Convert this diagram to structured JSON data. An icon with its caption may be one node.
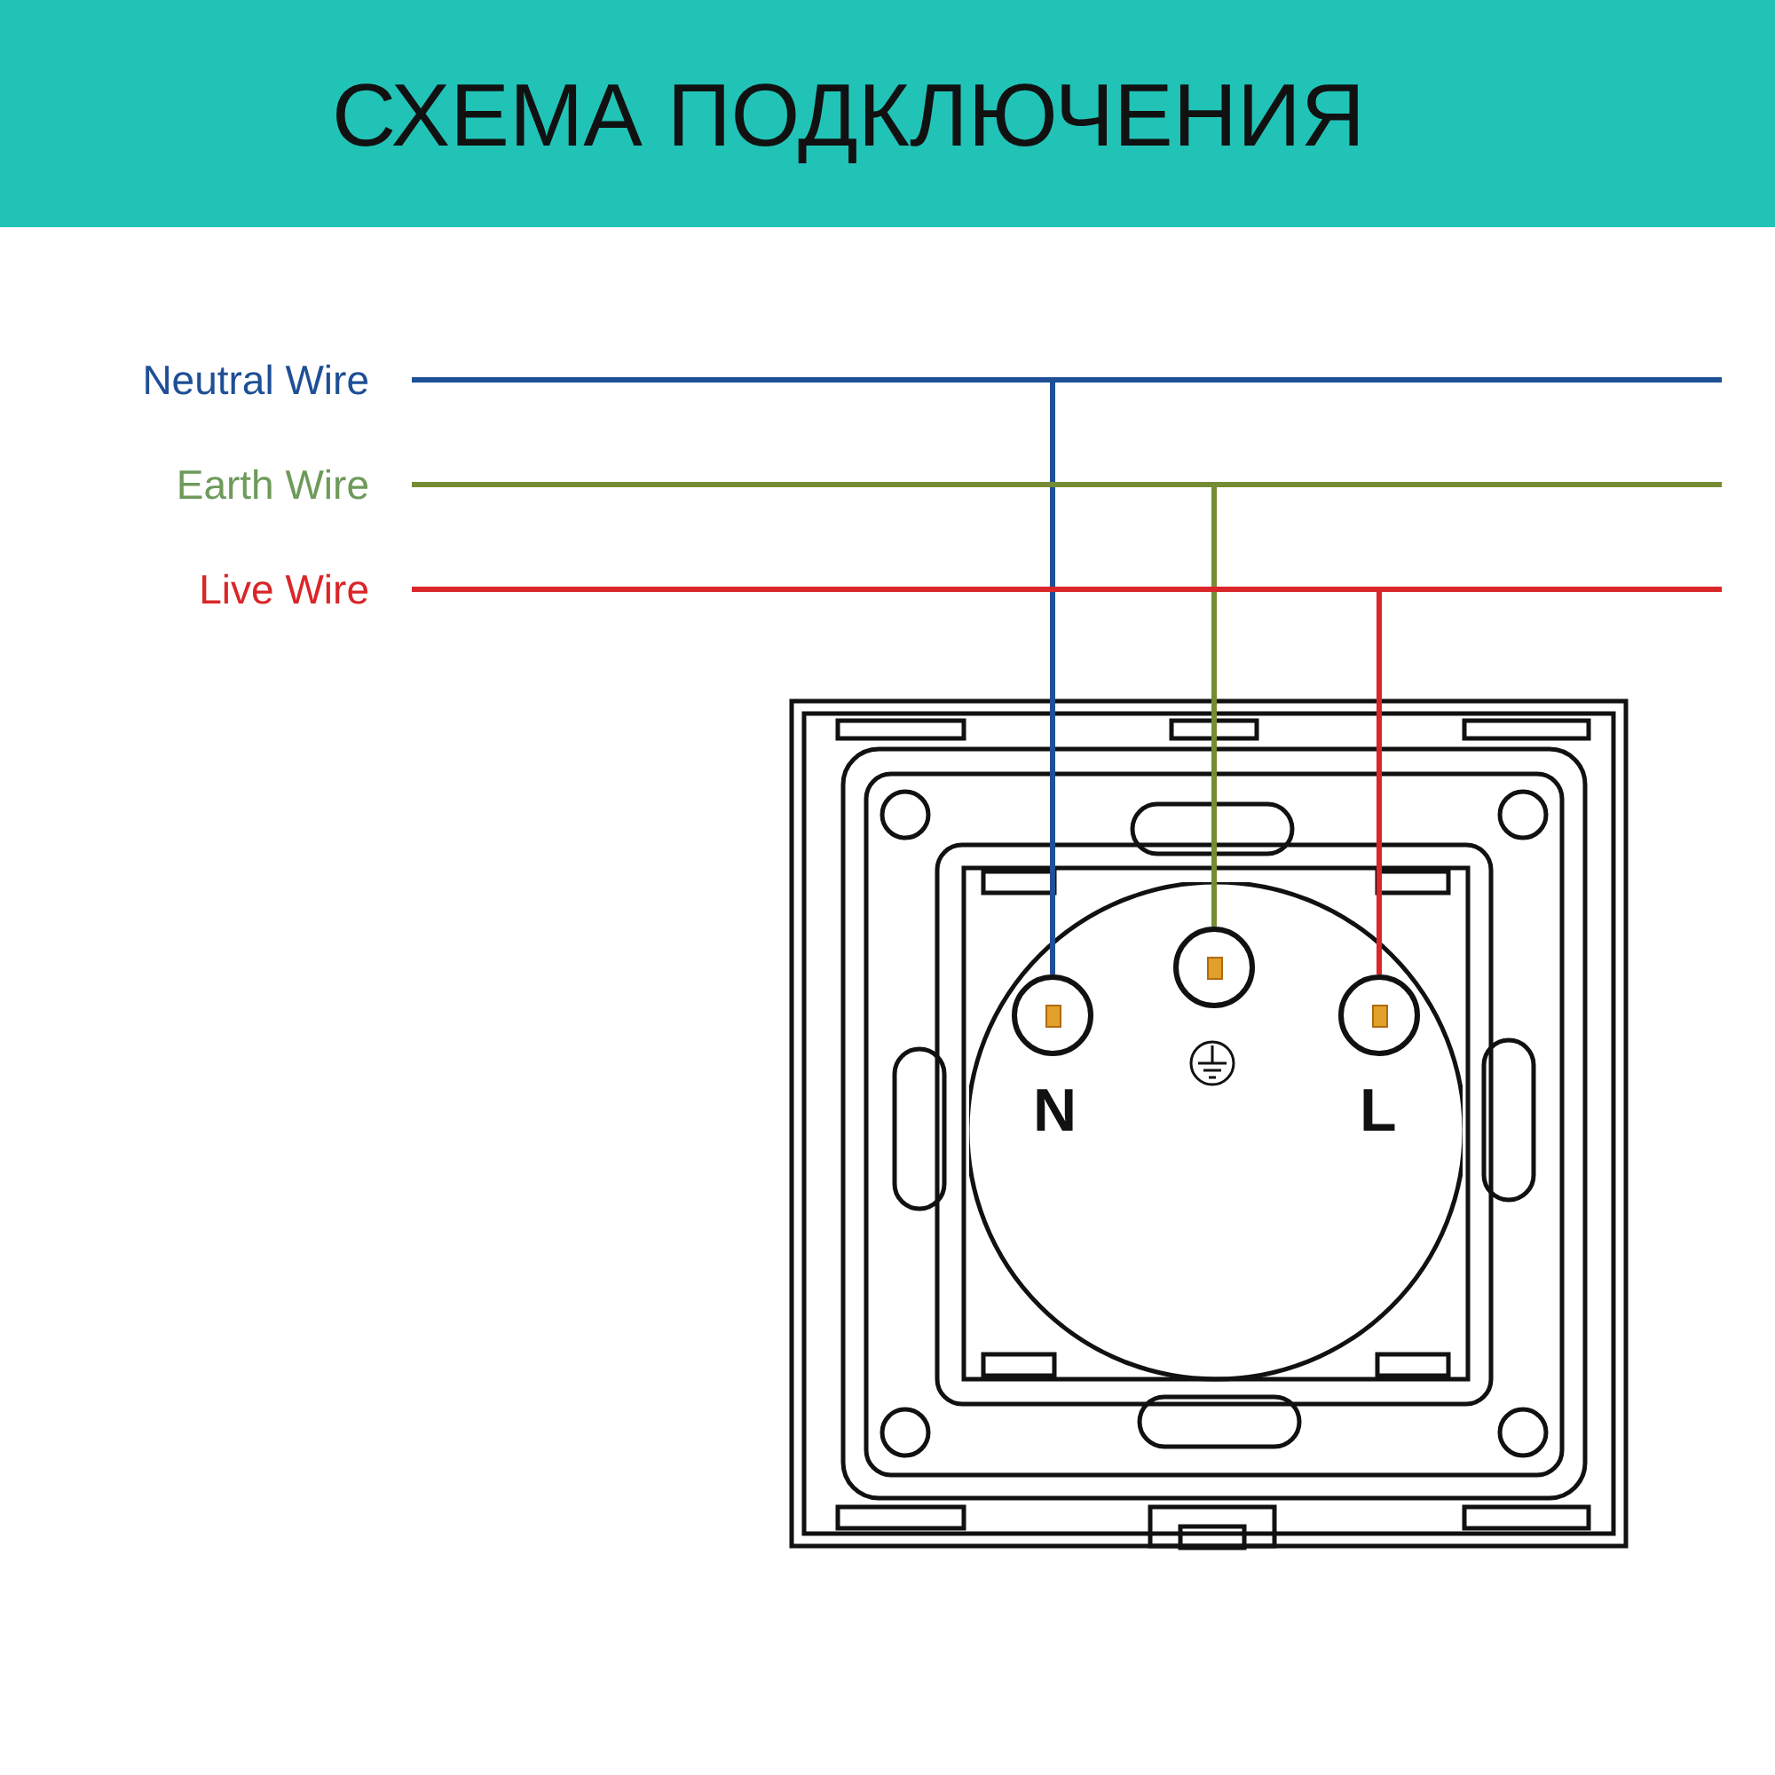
{
  "diagram": {
    "title": "СХЕМА ПОДКЛЮЧЕНИЯ",
    "nodes": [
      {
        "text": [
          "Neutral Wire"
        ]
      },
      {
        "text": [
          "Earth Wire"
        ]
      },
      {
        "text": [
          "Live Wire"
        ]
      },
      {
        "text": [],
        "shape": "picture"
      },
      {
        "text": [],
        "shape": "circle",
        "in": 3,
        "beside": [
          "N"
        ]
      },
      {
        "text": [],
        "shape": "circle",
        "in": 3
      },
      {
        "text": [],
        "shape": "circle",
        "in": 3,
        "beside": [
          "L"
        ]
      }
    ],
    "edges": [
      {
        "from": 0,
        "to": 4,
        "arrow": "none",
        "color": "#1f4f96"
      },
      {
        "from": 1,
        "to": 5,
        "arrow": "none",
        "color": "#768c34"
      },
      {
        "from": 2,
        "to": 6,
        "arrow": "none",
        "color": "#d9262a"
      }
    ]
  }
}
